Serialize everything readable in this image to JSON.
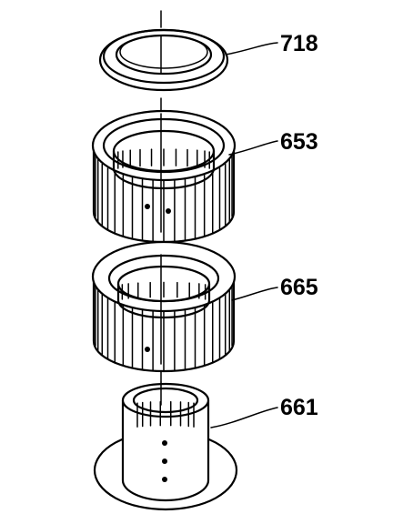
{
  "diagram": {
    "parts": [
      {
        "id": "part-718",
        "number": "718"
      },
      {
        "id": "part-653",
        "number": "653"
      },
      {
        "id": "part-665",
        "number": "665"
      },
      {
        "id": "part-661",
        "number": "661"
      }
    ]
  }
}
